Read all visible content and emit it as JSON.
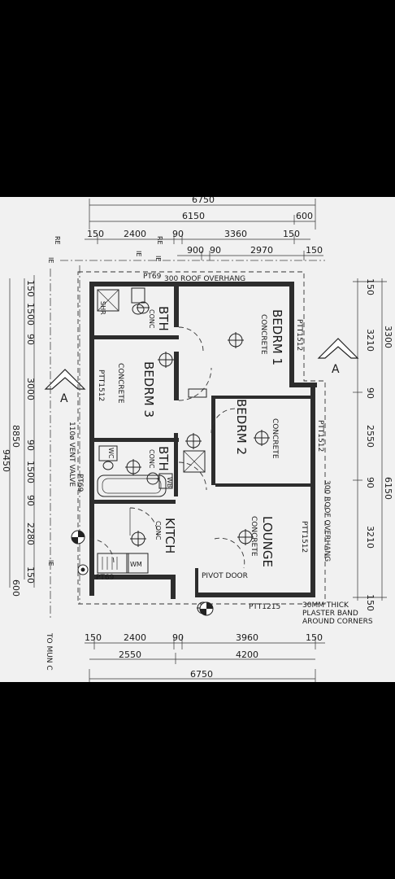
{
  "top_dims": {
    "overall": "6750",
    "row2": [
      "6150",
      "600"
    ],
    "row3": [
      "150",
      "2400",
      "90",
      "3360",
      "150"
    ],
    "row4": [
      "900",
      "90",
      "2970",
      "150"
    ]
  },
  "bottom_dims": {
    "row1": [
      "150",
      "2400",
      "90",
      "3960",
      "150"
    ],
    "row2": [
      "2550",
      "4200"
    ],
    "overall": "6750"
  },
  "left_dims": {
    "chain": [
      "150",
      "1500",
      "90",
      "3000",
      "90",
      "1500",
      "90",
      "2280",
      "150"
    ],
    "subtotal": "8850",
    "overall": "9450",
    "overhang": "600"
  },
  "right_dims": {
    "chain": [
      "150",
      "3210",
      "90",
      "2550",
      "90",
      "3210",
      "150"
    ],
    "top": "3300",
    "overall": "6150"
  },
  "rooms": {
    "bedrm1": "BEDRM 1",
    "bedrm2": "BEDRM 2",
    "bedrm3": "BEDRM 3",
    "bth1": "BTH",
    "bth2": "BTH",
    "kitch": "KITCH",
    "lounge": "LOUNGE",
    "concrete": "CONCRETE",
    "conc": "CONC"
  },
  "labels": {
    "roof_overhang_top": "300 ROOF OVERHANG",
    "roof_overhang_right": "300 ROOF OVERHANG",
    "pt69": "PT69",
    "ptt1512": "PTT1512",
    "ptt1215": "PTT1215",
    "vent_valve": "110ø VENT VALVE",
    "pivot_door": "PIVOT DOOR",
    "plaster": [
      "30MM THICK",
      "PLASTER BAND",
      "AROUND CORNERS"
    ],
    "to_mun": "TO MUN C",
    "section": "A",
    "shr": "SHR",
    "wc": "WC",
    "wb": "WB",
    "wm": "WM",
    "re": "RE",
    "ie": "IE"
  }
}
